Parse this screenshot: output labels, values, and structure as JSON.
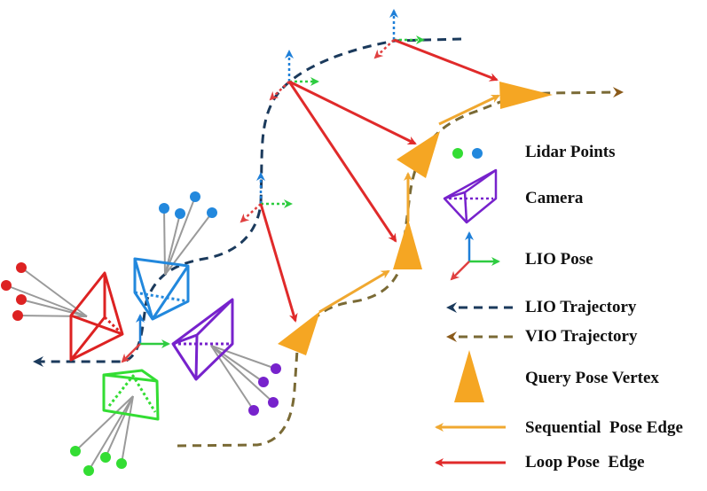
{
  "diagram": {
    "colors": {
      "lio_trajectory": "#1b3a5c",
      "vio_trajectory": "#7a6a35",
      "vio_arrow": "#8a5a1a",
      "query_vertex": "#f5a623",
      "sequential_edge": "#f0a830",
      "loop_edge": "#e02a2a",
      "axis_x": "#2ecc40",
      "axis_y": "#1e7fd8",
      "axis_z": "#e04040",
      "lidar_line": "#9a9a9a",
      "camera_red": "#dd2222",
      "camera_blue": "#2288dd",
      "camera_purple": "#7722cc",
      "camera_green": "#33dd33"
    },
    "nodes": {
      "lio_poses": [
        "lio-pose-1",
        "lio-pose-2",
        "lio-pose-3",
        "lio-pose-4"
      ],
      "query_vertices": [
        "query-vertex-1",
        "query-vertex-2",
        "query-vertex-3",
        "query-vertex-4"
      ],
      "cameras": [
        "camera-red",
        "camera-blue",
        "camera-purple",
        "camera-green"
      ]
    },
    "edges": {
      "sequential": [
        [
          "query-vertex-1",
          "query-vertex-2"
        ],
        [
          "query-vertex-2",
          "query-vertex-3"
        ],
        [
          "query-vertex-3",
          "query-vertex-4"
        ]
      ],
      "loop": [
        [
          "lio-pose-2",
          "query-vertex-1"
        ],
        [
          "lio-pose-3",
          "query-vertex-2"
        ],
        [
          "lio-pose-3",
          "query-vertex-3"
        ],
        [
          "lio-pose-4",
          "query-vertex-4"
        ]
      ]
    }
  },
  "legend": {
    "items": [
      {
        "key": "lidar-points",
        "label": "Lidar Points"
      },
      {
        "key": "camera",
        "label": "Camera"
      },
      {
        "key": "lio-pose",
        "label": "LIO Pose"
      },
      {
        "key": "lio-trajectory",
        "label": "LIO Trajectory"
      },
      {
        "key": "vio-trajectory",
        "label": "VIO Trajectory"
      },
      {
        "key": "query-pose-vertex",
        "label": "Query Pose Vertex"
      },
      {
        "key": "sequential-pose-edge",
        "label": "Sequential  Pose Edge"
      },
      {
        "key": "loop-pose-edge",
        "label": "Loop Pose  Edge"
      }
    ]
  }
}
